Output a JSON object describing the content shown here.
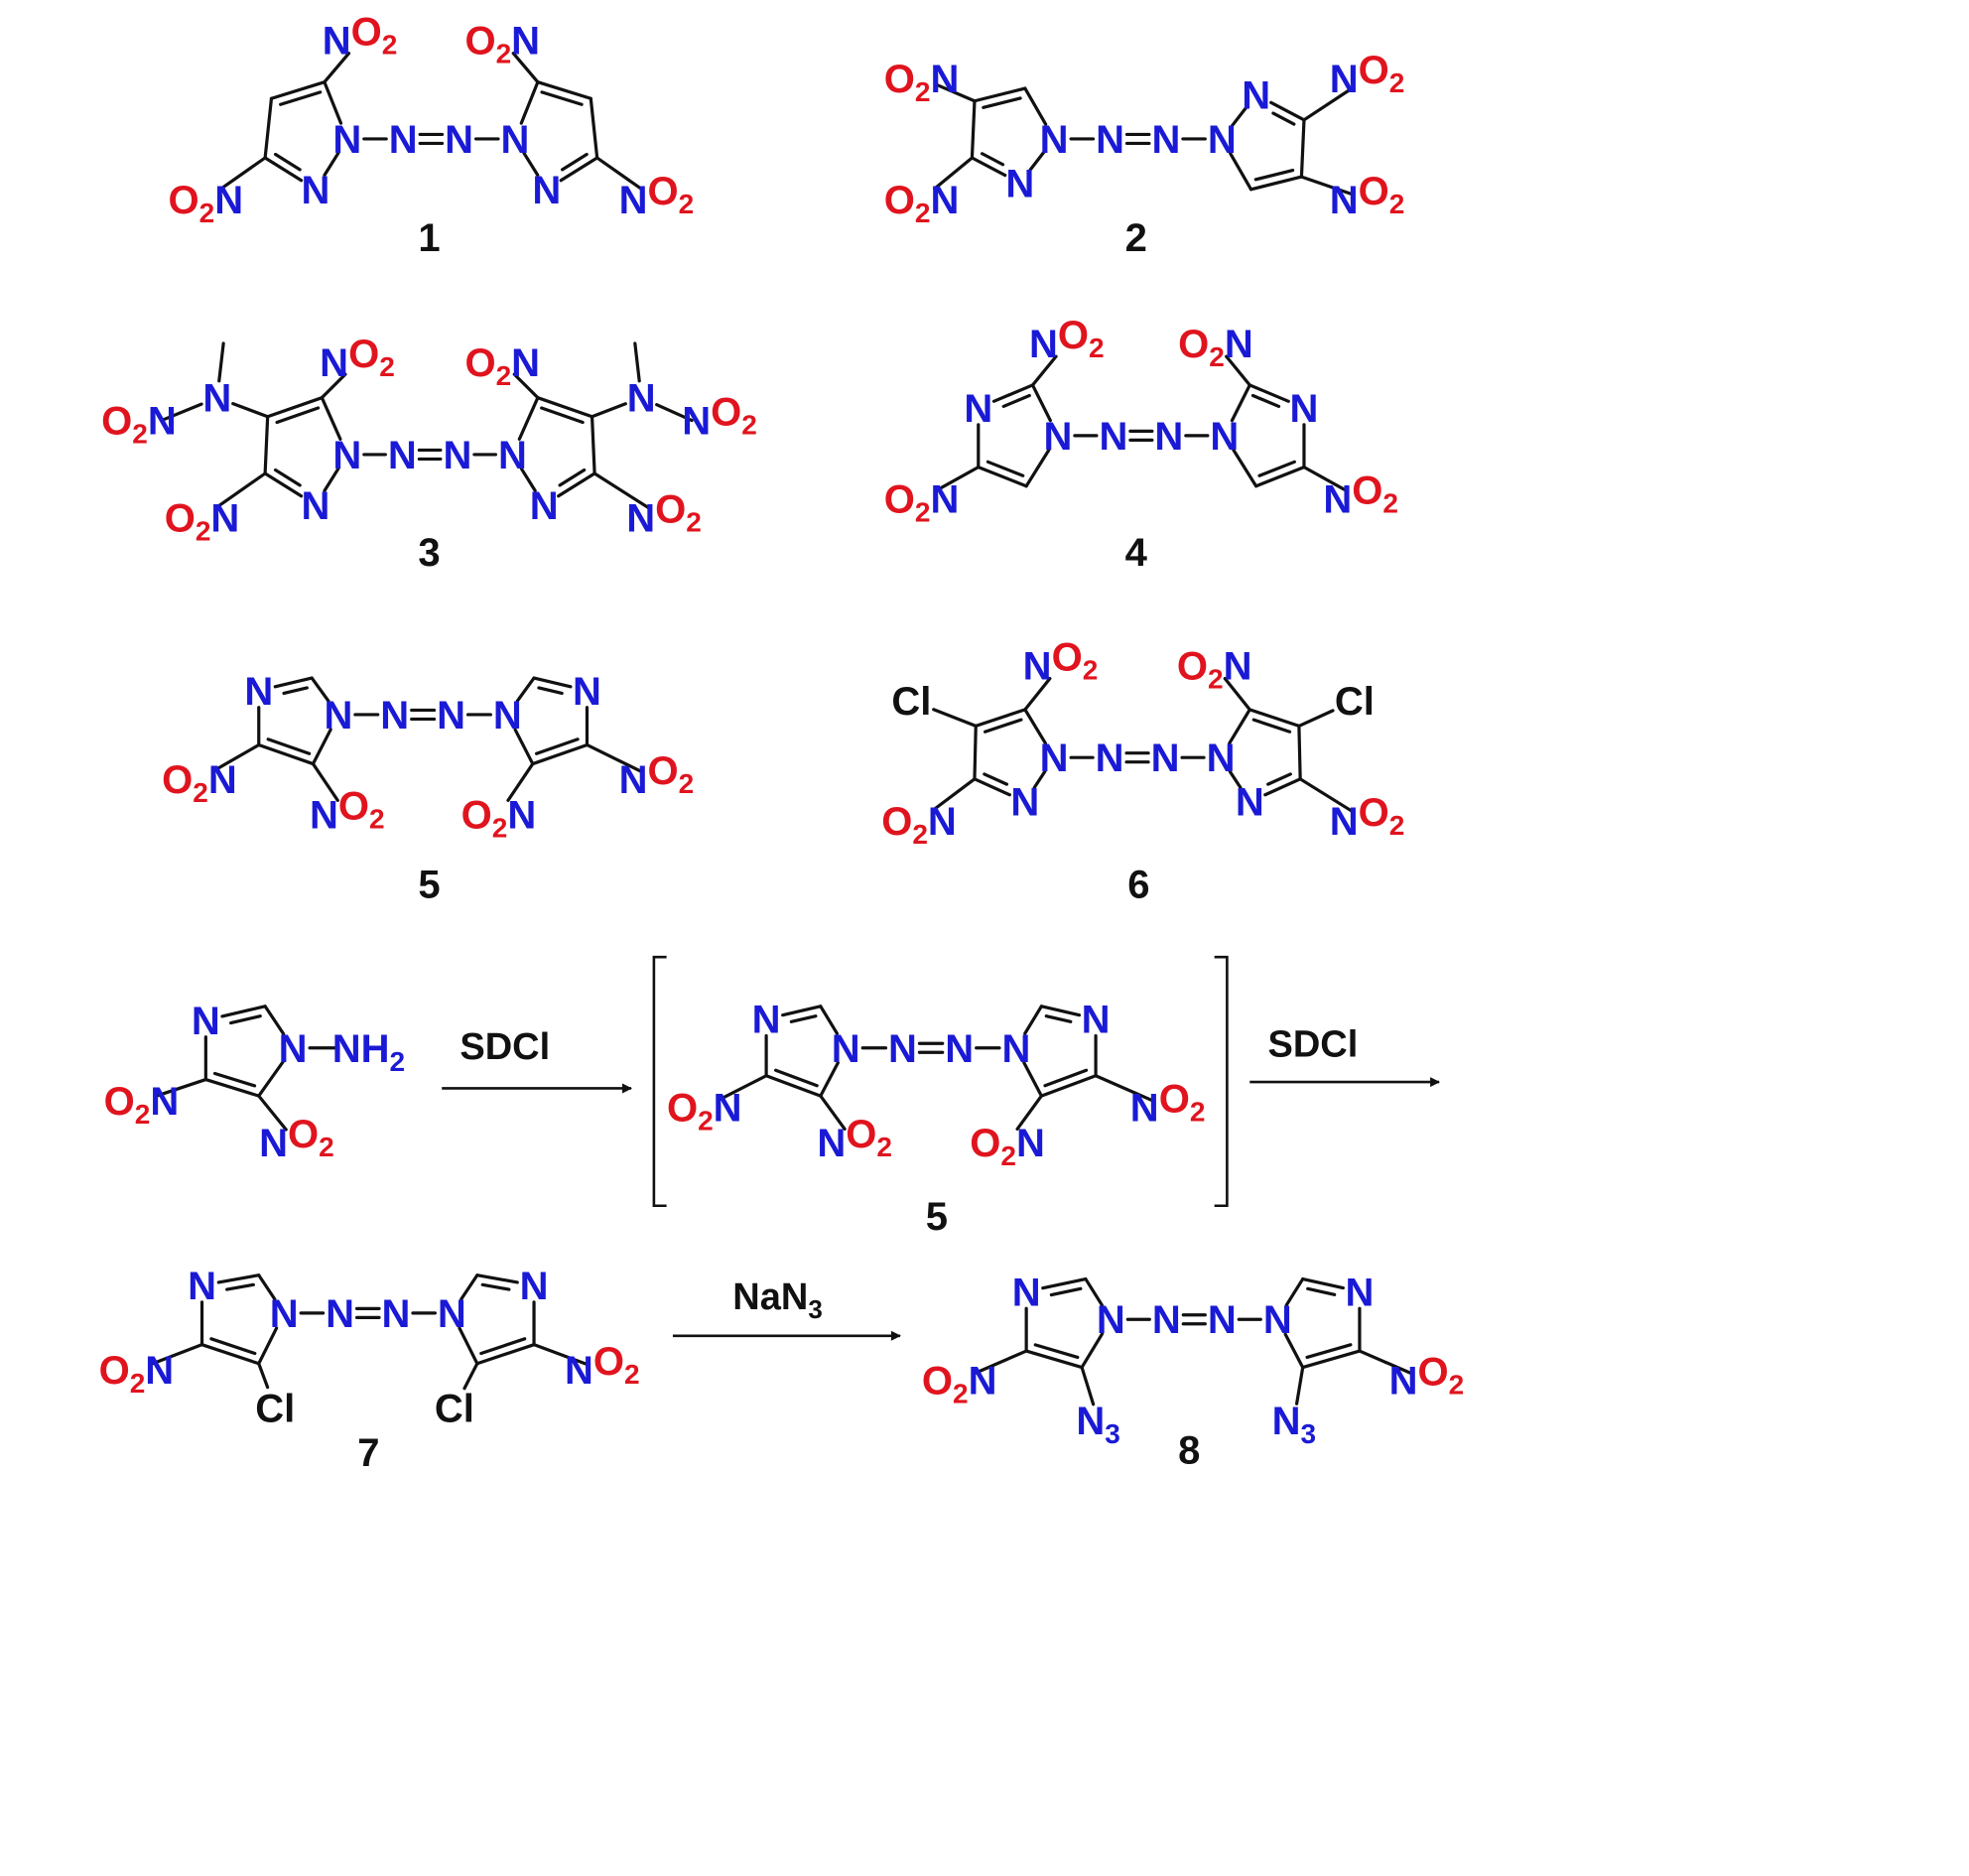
{
  "colors": {
    "bond": "#111111",
    "nitrogen": "#1a1ad6",
    "oxygen": "#e0141e",
    "carbon_label": "#111111"
  },
  "compounds": [
    {
      "id": "1",
      "ring": "pyrazole",
      "substituents": [
        "NO2",
        "O2N",
        "O2N",
        "NO2"
      ]
    },
    {
      "id": "2",
      "ring": "pyrazole",
      "substituents": [
        "O2N",
        "O2N",
        "NO2",
        "NO2"
      ]
    },
    {
      "id": "3",
      "ring": "pyrazole",
      "substituents": [
        "NO2",
        "O2N",
        "O2N",
        "NO2",
        "N(CH3)NO2",
        "N(CH3)NO2"
      ]
    },
    {
      "id": "4",
      "ring": "imidazole",
      "substituents": [
        "NO2",
        "O2N",
        "O2N",
        "NO2"
      ]
    },
    {
      "id": "5",
      "ring": "imidazole",
      "substituents": [
        "O2N",
        "NO2",
        "O2N",
        "NO2"
      ]
    },
    {
      "id": "6",
      "ring": "pyrazole",
      "substituents": [
        "NO2",
        "Cl",
        "O2N",
        "O2N",
        "Cl",
        "NO2"
      ]
    },
    {
      "id": "7",
      "ring": "imidazole",
      "substituents": [
        "O2N",
        "Cl",
        "Cl",
        "NO2"
      ]
    },
    {
      "id": "8",
      "ring": "imidazole",
      "substituents": [
        "O2N",
        "N3",
        "N3",
        "NO2"
      ]
    }
  ],
  "reagents": {
    "sdcl": "SDCl",
    "nan3": "NaN3"
  },
  "arrows": [
    {
      "from": "4,5-dinitro-1-aminoimidazole",
      "to": "5",
      "reagent": "SDCl"
    },
    {
      "from": "5",
      "to": "7",
      "reagent": "SDCl"
    },
    {
      "from": "7",
      "to": "8",
      "reagent": "NaN3"
    }
  ]
}
